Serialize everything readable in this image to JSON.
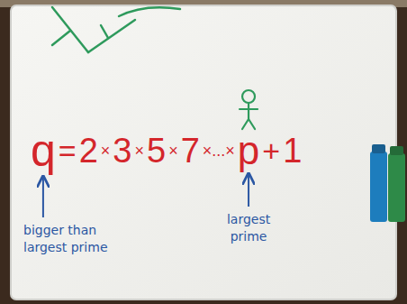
{
  "diagram": {
    "labels": [
      "q",
      "=",
      "2",
      "×",
      "3",
      "×",
      "5",
      "×",
      "7",
      "×...×",
      "p",
      "+",
      "1",
      "bigger than largest prime",
      "largest prime"
    ]
  }
}
